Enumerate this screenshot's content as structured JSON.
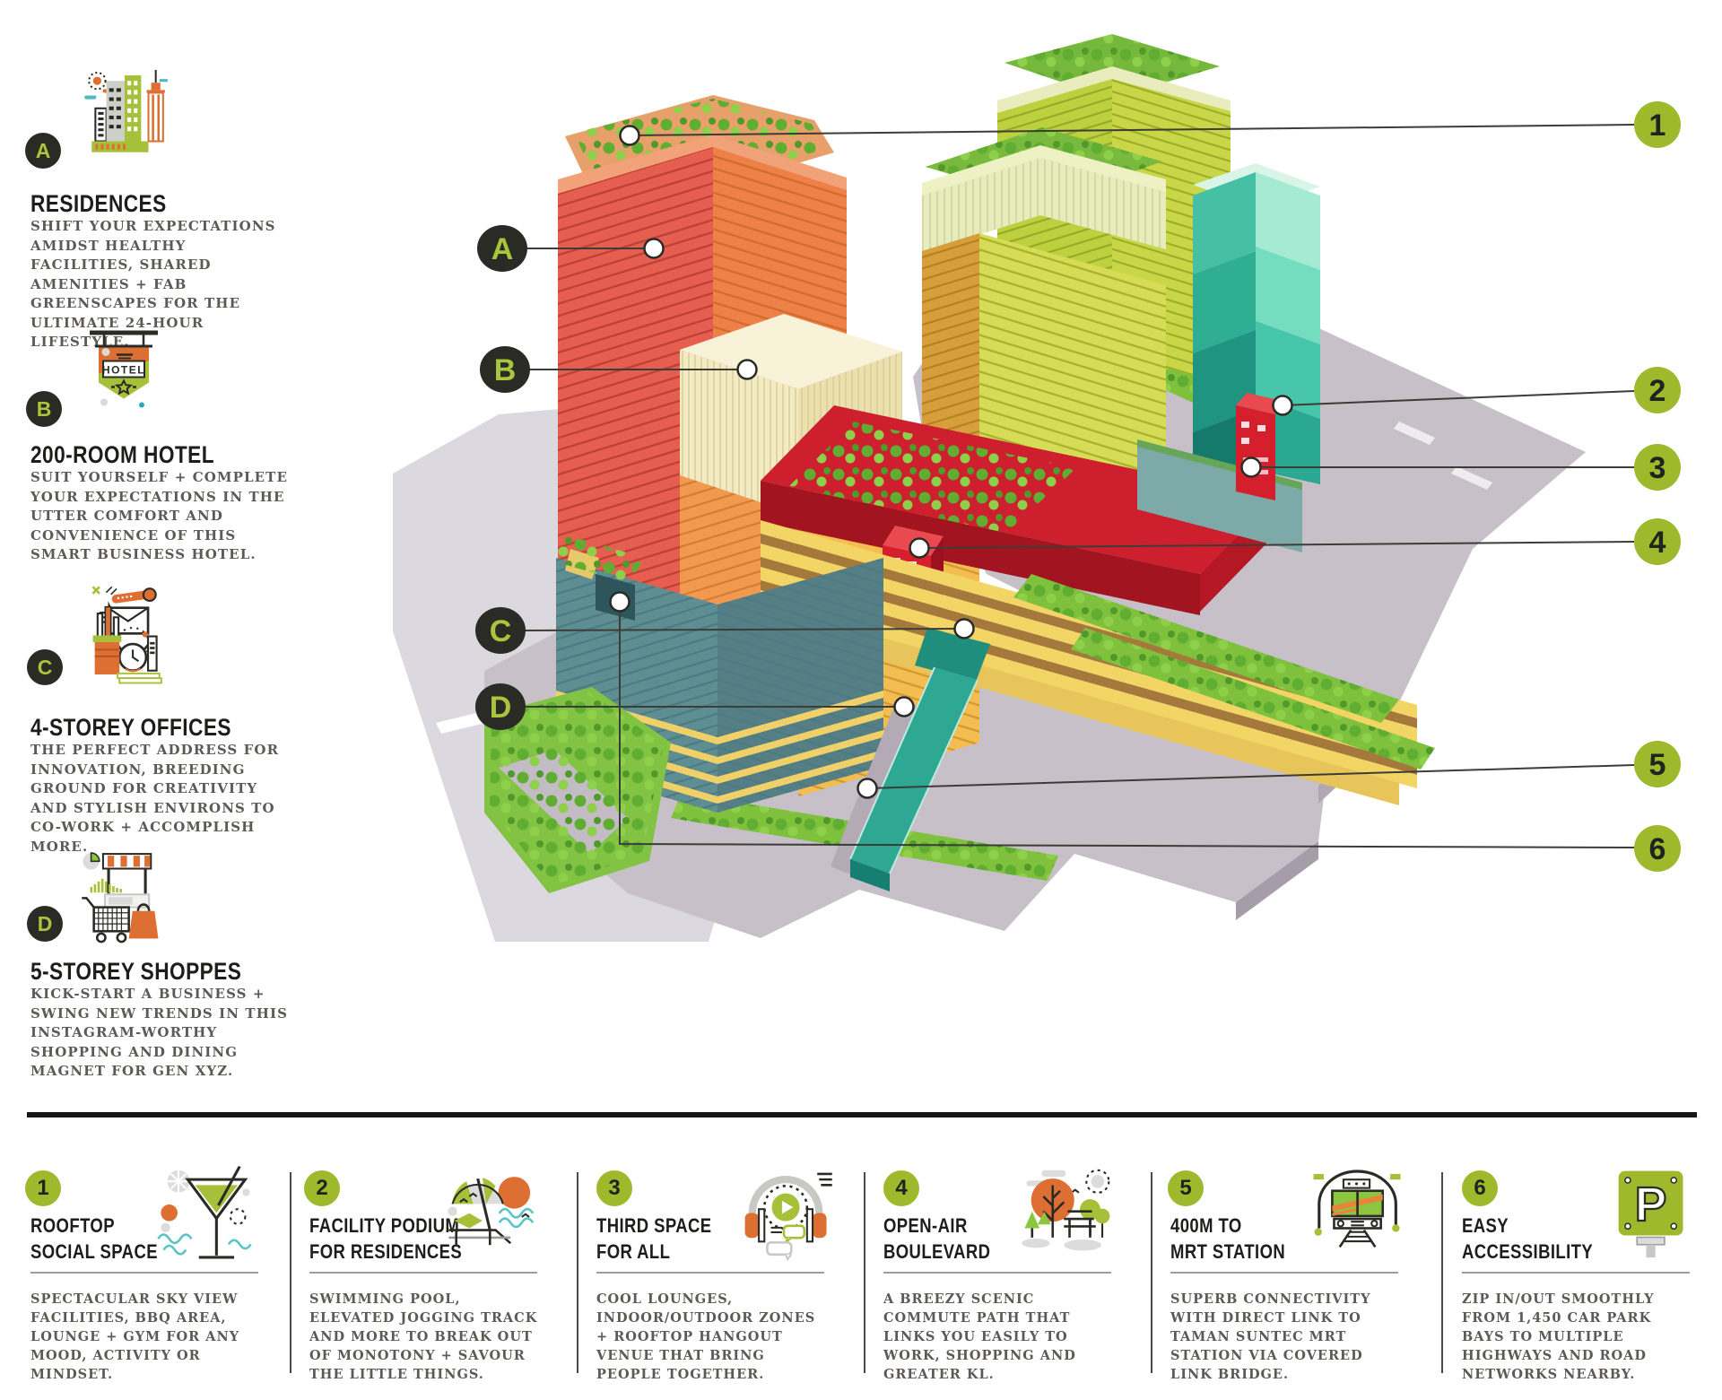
{
  "palette": {
    "accent_green": "#9fb92c",
    "badge_dark": "#2b2b26",
    "badge_letter_green": "#a9c43d",
    "heading": "#1d1d1b",
    "body_text": "#5d5954",
    "icon_orange": "#dd6f33",
    "icon_green": "#a6c03a"
  },
  "legend": {
    "items": [
      {
        "id": "A",
        "title": "RESIDENCES",
        "body": "SHIFT YOUR EXPECTATIONS AMIDST HEALTHY FACILITIES, SHARED AMENITIES + FAB GREENSCAPES FOR THE ULTIMATE 24-HOUR LIFESTYLE.",
        "icon": "city-icon"
      },
      {
        "id": "B",
        "title": "200-ROOM HOTEL",
        "body": "SUIT YOURSELF + COMPLETE YOUR EXPECTATIONS IN THE UTTER COMFORT AND CONVENIENCE OF THIS SMART BUSINESS HOTEL.",
        "icon": "hotel-sign-icon",
        "icon_label": "HOTEL"
      },
      {
        "id": "C",
        "title": "4-STOREY OFFICES",
        "body": "THE PERFECT ADDRESS FOR INNOVATION, BREEDING GROUND FOR CREATIVITY AND STYLISH ENVIRONS TO CO-WORK + ACCOMPLISH MORE.",
        "icon": "office-desk-icon"
      },
      {
        "id": "D",
        "title": "5-STOREY SHOPPES",
        "body": "KICK-START A BUSINESS + SWING NEW TRENDS IN THIS INSTAGRAM-WORTHY SHOPPING AND DINING MAGNET FOR GEN XYZ.",
        "icon": "shopping-icon"
      }
    ]
  },
  "features": {
    "items": [
      {
        "num": "1",
        "title1": "ROOFTOP",
        "title2": "SOCIAL SPACE",
        "body": "SPECTACULAR SKY VIEW FACILITIES, BBQ AREA, LOUNGE + GYM FOR ANY MOOD, ACTIVITY OR MINDSET.",
        "icon": "martini-icon"
      },
      {
        "num": "2",
        "title1": "FACILITY PODIUM",
        "title2": "FOR RESIDENCES",
        "body": "SWIMMING POOL, ELEVATED JOGGING TRACK AND MORE TO BREAK OUT OF MONOTONY + SAVOUR THE LITTLE THINGS.",
        "icon": "beach-umbrella-icon"
      },
      {
        "num": "3",
        "title1": "THIRD SPACE",
        "title2": "FOR ALL",
        "body": "COOL LOUNGES, INDOOR/OUTDOOR ZONES + ROOFTOP HANGOUT VENUE THAT BRING PEOPLE TOGETHER.",
        "icon": "headphones-icon"
      },
      {
        "num": "4",
        "title1": "OPEN-AIR",
        "title2": "BOULEVARD",
        "body": "A BREEZY SCENIC COMMUTE PATH THAT LINKS YOU EASILY TO WORK, SHOPPING AND GREATER KL.",
        "icon": "park-icon"
      },
      {
        "num": "5",
        "title1": "400M TO",
        "title2": "MRT STATION",
        "body": "SUPERB CONNECTIVITY WITH DIRECT LINK TO TAMAN SUNTEC MRT STATION VIA COVERED LINK BRIDGE.",
        "icon": "train-icon"
      },
      {
        "num": "6",
        "title1": "EASY",
        "title2": "ACCESSIBILITY",
        "body": "ZIP IN/OUT SMOOTHLY FROM 1,450 CAR PARK BAYS TO MULTIPLE HIGHWAYS AND ROAD NETWORKS NEARBY.",
        "icon": "parking-icon"
      }
    ]
  },
  "callouts": {
    "a": "A",
    "b": "B",
    "c": "C",
    "d": "D",
    "n1": "1",
    "n2": "2",
    "n3": "3",
    "n4": "4",
    "n5": "5",
    "n6": "6"
  },
  "icon_labels": {
    "hotel": "HOTEL",
    "parking": "P"
  }
}
